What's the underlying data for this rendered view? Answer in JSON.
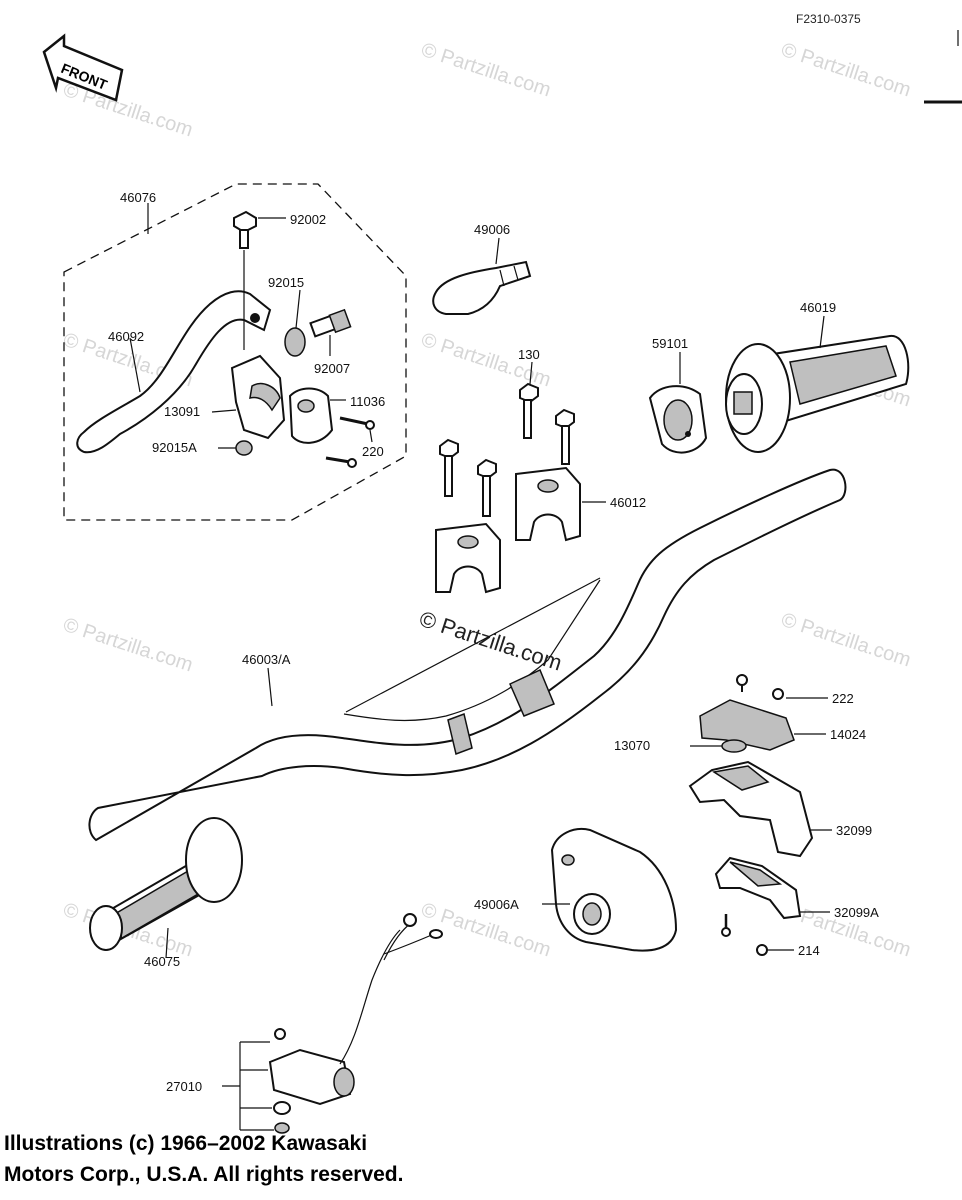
{
  "figure_code": "F2310-0375",
  "front_arrow_label": "FRONT",
  "watermark": "© Partzilla.com",
  "copyright_line1": "Illustrations (c) 1966–2002 Kawasaki",
  "copyright_line2": "Motors Corp., U.S.A.  All rights reserved.",
  "parts": {
    "p46076": "46076",
    "p92002": "92002",
    "p92015": "92015",
    "p46092": "46092",
    "p92007": "92007",
    "p13091": "13091",
    "p11036": "11036",
    "p92015A": "92015A",
    "p220": "220",
    "p49006": "49006",
    "p130": "130",
    "p59101": "59101",
    "p46019": "46019",
    "p46012": "46012",
    "p46003A": "46003/A",
    "p222": "222",
    "p13070": "13070",
    "p14024": "14024",
    "p32099": "32099",
    "p49006A": "49006A",
    "p32099A": "32099A",
    "p214": "214",
    "p46075": "46075",
    "p27010": "27010"
  }
}
